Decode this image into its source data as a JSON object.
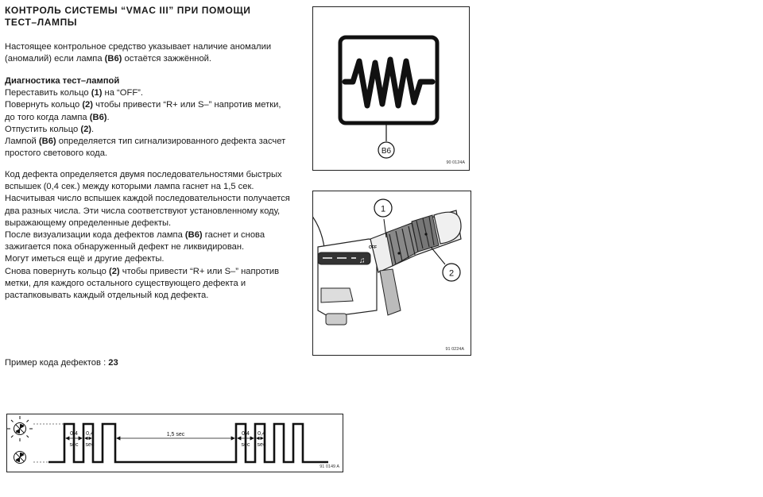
{
  "heading": {
    "line1": "КОНТРОЛЬ СИСТЕМЫ “VMAC III” ПРИ ПОМОЩИ",
    "line2": "ТЕСТ–ЛАМПЫ"
  },
  "intro": {
    "text_a": "Настоящее контрольное средство указывает наличие аномалии (аномалий) если лампа ",
    "ref": "(B6)",
    "text_b": " остаётся зажжённой."
  },
  "diagnostics": {
    "title": "Диагностика тест–лампой",
    "steps": [
      {
        "a": "Переставить кольцо ",
        "b1": "(1)",
        "c": " на “OFF”.",
        "b2": "",
        "d": ""
      },
      {
        "a": "Повернуть кольцо ",
        "b1": "(2)",
        "c": " чтобы привести “R+ или S–” напротив метки, до того когда лампа ",
        "b2": "(B6)",
        "d": "."
      },
      {
        "a": "Отпустить кольцо ",
        "b1": "(2)",
        "c": ".",
        "b2": "",
        "d": ""
      },
      {
        "a": "Лампой ",
        "b1": "(B6)",
        "c": " определяется тип сигнализированного дефекта засчет простого светового кода.",
        "b2": "",
        "d": ""
      }
    ]
  },
  "code_explain": {
    "p1": "Код дефекта определяется двумя последовательностями быстрых вспышек (0,4 сек.) между которыми лампа гаснет на 1,5 сек.",
    "p2": "Насчитывая число вспышек каждой последовательности получается два разных числа. Эти числа соответствуют установленному коду, выражающему определенные дефекты.",
    "p3_a": "После визуализации кода дефектов лампа ",
    "p3_ref": "(B6)",
    "p3_b": " гаснет и снова зажигается пока обнаруженный дефект не ликвидирован.",
    "p4": "Могут иметься ещё и другие дефекты.",
    "p5_a": "Снова повернуть кольцо ",
    "p5_ref": "(2)",
    "p5_b": " чтобы привести “R+ или S–” напротив метки, для каждого остального существующего дефекта и растапковывать каждый отдельный код дефекта."
  },
  "example": {
    "label": "Пример кода дефектов : ",
    "code": "23"
  },
  "figure_lamp": {
    "label": "B6",
    "ref": "90 0124A"
  },
  "figure_stalk": {
    "callout1": "1",
    "callout2": "2",
    "off_label": "OFF",
    "ref": "91 0224A"
  },
  "figure_code": {
    "dur_short": "0,4",
    "dur_unit": "sec",
    "dur_long": "1,5 sec",
    "ref": "91 0149 A"
  }
}
